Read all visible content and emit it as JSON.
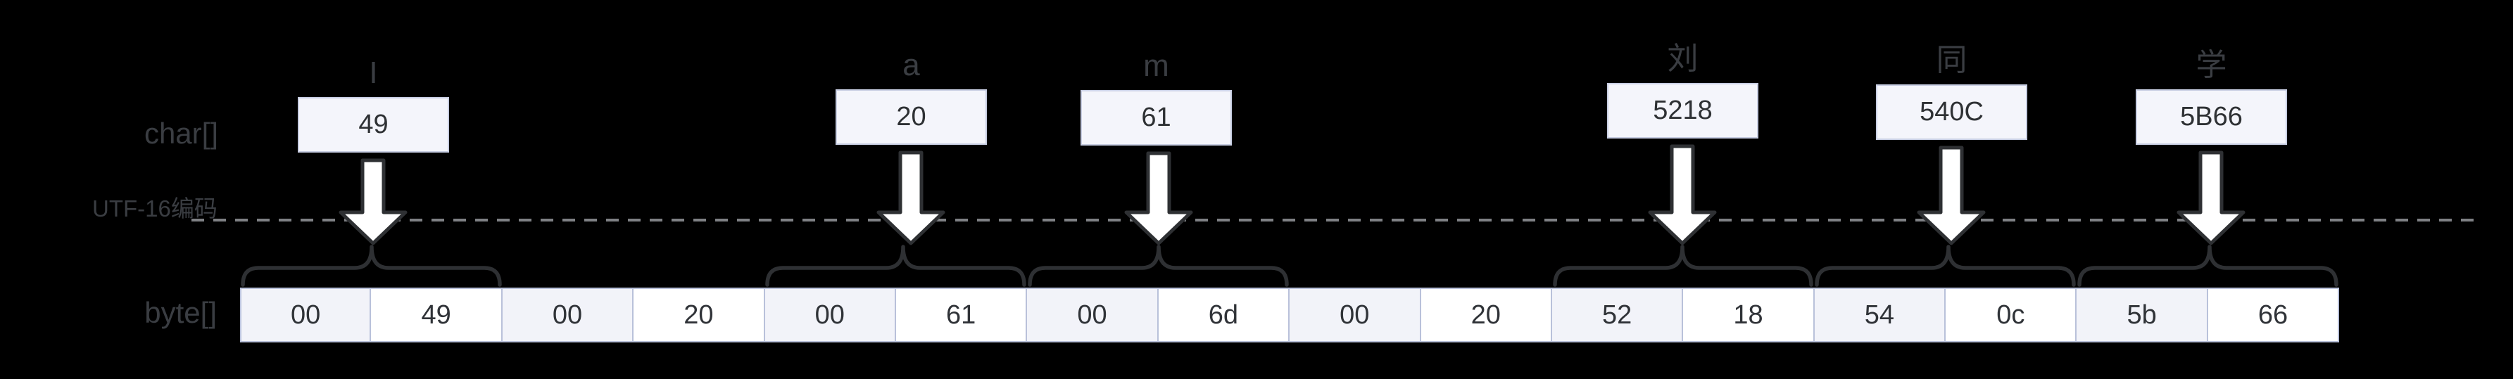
{
  "labels": {
    "char_array": "char[]",
    "utf16_encoding": "UTF-16编码",
    "byte_array": "byte[]"
  },
  "chars": [
    {
      "label": "I",
      "value": "49"
    },
    {
      "label": "a",
      "value": "20"
    },
    {
      "label": "m",
      "value": "61"
    },
    {
      "label": "刘",
      "value": "5218"
    },
    {
      "label": "同",
      "value": "540C"
    },
    {
      "label": "学",
      "value": "5B66"
    }
  ],
  "bytes": [
    "00",
    "49",
    "00",
    "20",
    "00",
    "61",
    "00",
    "6d",
    "00",
    "20",
    "52",
    "18",
    "54",
    "0c",
    "5b",
    "66"
  ],
  "byte_pairs_with_braces": [
    "00 49",
    "00 61",
    "00 6d",
    "52 18",
    "54 0c",
    "5b 66"
  ],
  "colors": {
    "background": "#000000",
    "gray_label_text": "#3a3d42",
    "char_box_fill": "#f4f5fb",
    "char_box_border": "#c7cde2",
    "byte_cell_fill_even": "#f2f3f9",
    "byte_cell_fill_odd": "#ffffff",
    "byte_cell_border": "#b9c1da",
    "value_text": "#2e3134",
    "arrow_fill": "#ffffff",
    "stroke_dark": "#2e3033",
    "dashed_line": "#7f8185"
  }
}
